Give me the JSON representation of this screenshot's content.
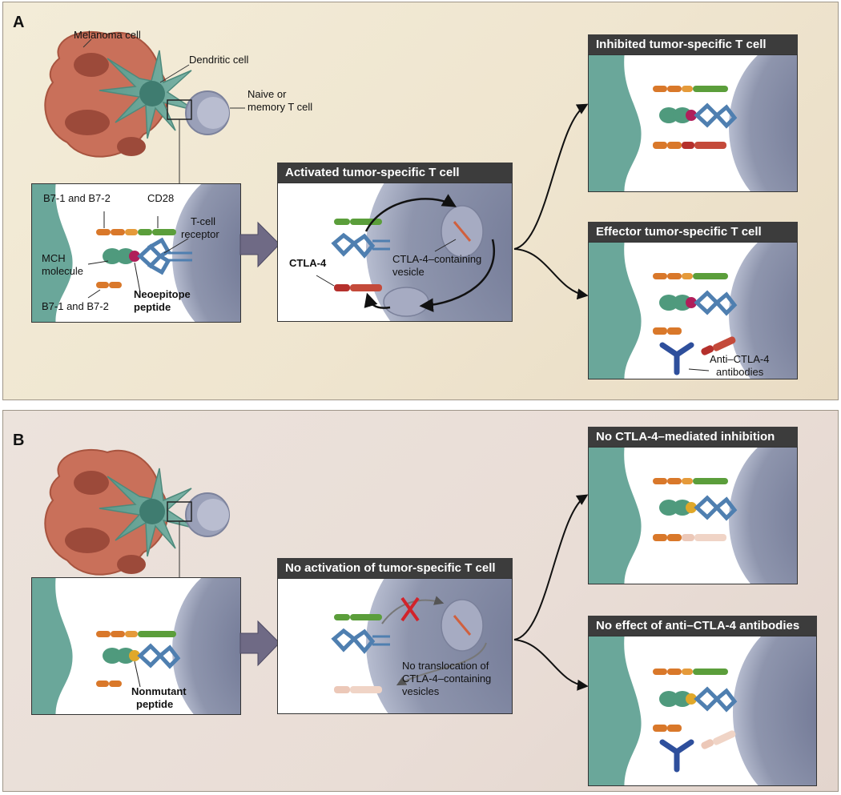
{
  "panel_a": {
    "letter": "A",
    "labels": {
      "melanoma_cell": "Melanoma cell",
      "dendritic_cell": "Dendritic cell",
      "naive_t_cell_1": "Naive or",
      "naive_t_cell_2": "memory T cell",
      "b7_top": "B7-1 and B7-2",
      "cd28": "CD28",
      "tcr_1": "T-cell",
      "tcr_2": "receptor",
      "mhc_1": "MCH",
      "mhc_2": "molecule",
      "b7_bottom": "B7-1 and B7-2",
      "neoepitope_1": "Neoepitope",
      "neoepitope_2": "peptide",
      "ctla4": "CTLA-4",
      "vesicle_1": "CTLA-4–containing",
      "vesicle_2": "vesicle",
      "antibodies_1": "Anti–CTLA-4",
      "antibodies_2": "antibodies"
    },
    "headers": {
      "activated": "Activated tumor-specific T cell",
      "inhibited": "Inhibited tumor-specific T cell",
      "effector": "Effector tumor-specific T cell"
    }
  },
  "panel_b": {
    "letter": "B",
    "labels": {
      "nonmutant_1": "Nonmutant",
      "nonmutant_2": "peptide",
      "no_transloc_1": "No translocation of",
      "no_transloc_2": "CTLA-4–containing",
      "no_transloc_3": "vesicles"
    },
    "headers": {
      "no_activation": "No activation of tumor-specific T cell",
      "no_inhibition": "No CTLA-4–mediated inhibition",
      "no_effect": "No effect of anti–CTLA-4 antibodies"
    }
  },
  "colors": {
    "t_cell": "#9aa0b8",
    "dendritic": "#6aa79a",
    "melanoma": "#c9705a",
    "b7": "#d9782a",
    "cd28": "#5b9e3b",
    "tcr": "#4f7fb0",
    "ctla4": "#b5302c",
    "neoepitope": "#b01e5a",
    "nonmutant": "#e0a82a",
    "antibody": "#2e4f9c"
  }
}
